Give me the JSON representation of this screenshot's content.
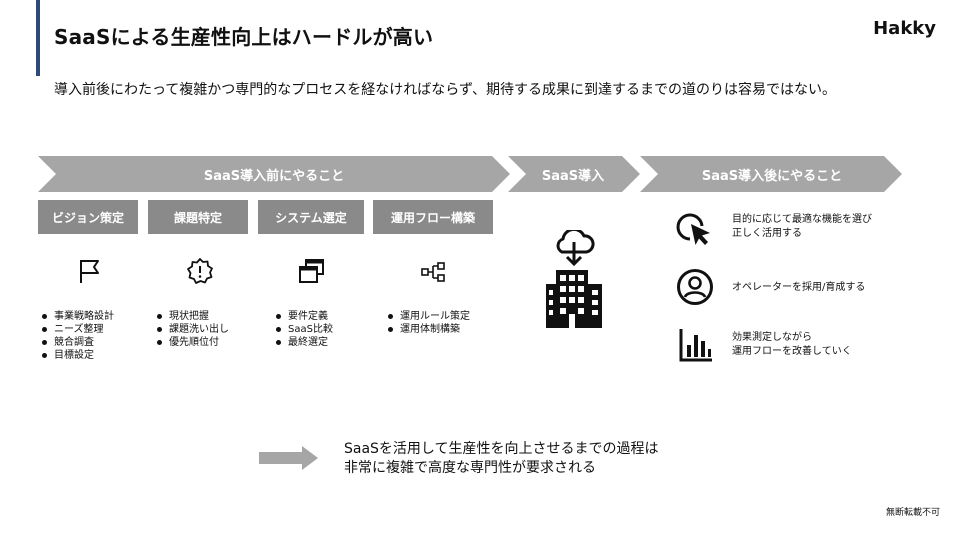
{
  "header": {
    "title": "SaaSによる生産性向上はハードルが高い",
    "brand": "Hakky",
    "subtitle": "導入前後にわたって複雑かつ専門的なプロセスを経なければならず、期待する成果に到達するまでの道のりは容易ではない。"
  },
  "phases": {
    "before": "SaaS導入前にやること",
    "during": "SaaS導入",
    "after": "SaaS導入後にやること"
  },
  "tasks": [
    {
      "label": "ビジョン策定",
      "icon": "flag-icon",
      "bullets": [
        "事業戦略設計",
        "ニーズ整理",
        "競合調査",
        "目標設定"
      ]
    },
    {
      "label": "課題特定",
      "icon": "alert-badge-icon",
      "bullets": [
        "現状把握",
        "課題洗い出し",
        "優先順位付"
      ]
    },
    {
      "label": "システム選定",
      "icon": "windows-icon",
      "bullets": [
        "要件定義",
        "SaaS比較",
        "最終選定"
      ]
    },
    {
      "label": "運用フロー構築",
      "icon": "flow-tree-icon",
      "bullets": [
        "運用ルール策定",
        "運用体制構築"
      ]
    }
  ],
  "saas_icon": "cloud-building-icon",
  "after_items": [
    {
      "icon": "cursor-click-icon",
      "text": [
        "目的に応じて最適な機能を選び",
        "正しく活用する"
      ]
    },
    {
      "icon": "operator-icon",
      "text": [
        "オペレーターを採用/育成する"
      ]
    },
    {
      "icon": "bar-chart-icon",
      "text": [
        "効果測定しながら",
        "運用フローを改善していく"
      ]
    }
  ],
  "conclusion": [
    "SaaSを活用して生産性を向上させるまでの過程は",
    "非常に複雑で高度な専門性が要求される"
  ],
  "note": "無断転載不可",
  "colors": {
    "accent": "#2f4a7a",
    "arrow": "#a6a6a6",
    "task_box": "#8a8a8a"
  }
}
